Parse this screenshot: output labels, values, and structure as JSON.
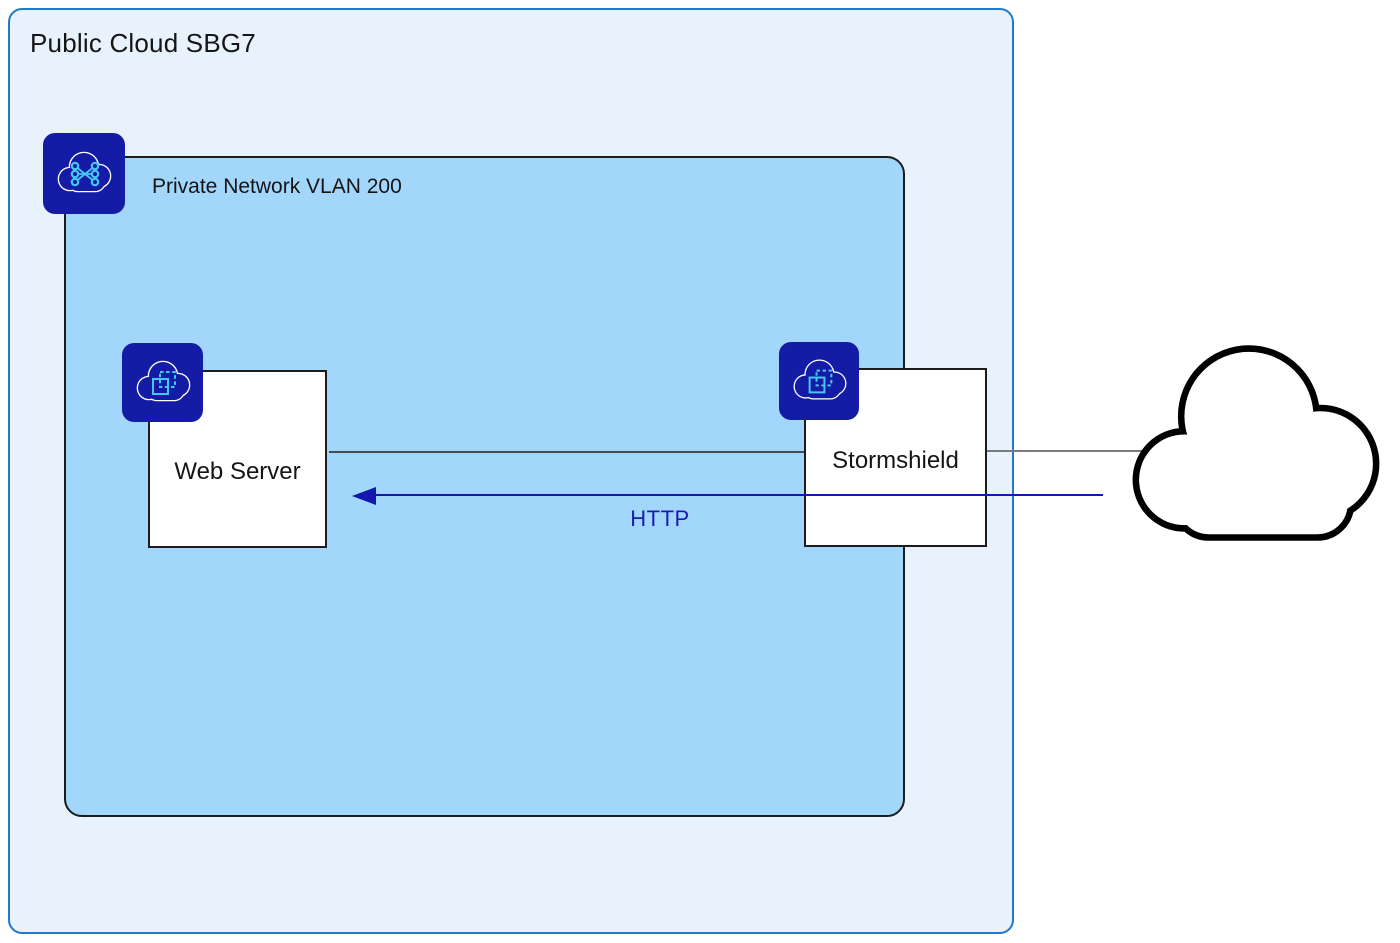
{
  "title": "Public Cloud SBG7",
  "network": {
    "label": "Private Network VLAN 200",
    "icon": "vrack-network-cloud-icon"
  },
  "nodes": {
    "web_server": {
      "label": "Web Server",
      "icon": "cloud-instance-icon"
    },
    "stormshield": {
      "label": "Stormshield",
      "icon": "cloud-instance-icon"
    }
  },
  "flow": {
    "label": "HTTP",
    "direction": "right-to-left"
  },
  "external": {
    "icon": "internet-cloud-icon"
  },
  "connections": [
    {
      "from": "web_server",
      "to": "stormshield",
      "style": "plain-gray"
    },
    {
      "from": "stormshield",
      "to": "internet",
      "style": "plain-gray"
    },
    {
      "from": "internet",
      "to": "web_server",
      "style": "blue-arrow",
      "label": "HTTP"
    }
  ],
  "colors": {
    "outer_fill": "#e7f2fc",
    "outer_border": "#2279c8",
    "inner_fill": "#a3d6fb",
    "inner_border": "#1c1c1c",
    "node_fill": "#ffffff",
    "node_border": "#1c1c1c",
    "icon_background": "#141ca6",
    "icon_accent": "#45c8f5",
    "arrow_blue": "#1518af",
    "cloud_outline": "#000000"
  }
}
